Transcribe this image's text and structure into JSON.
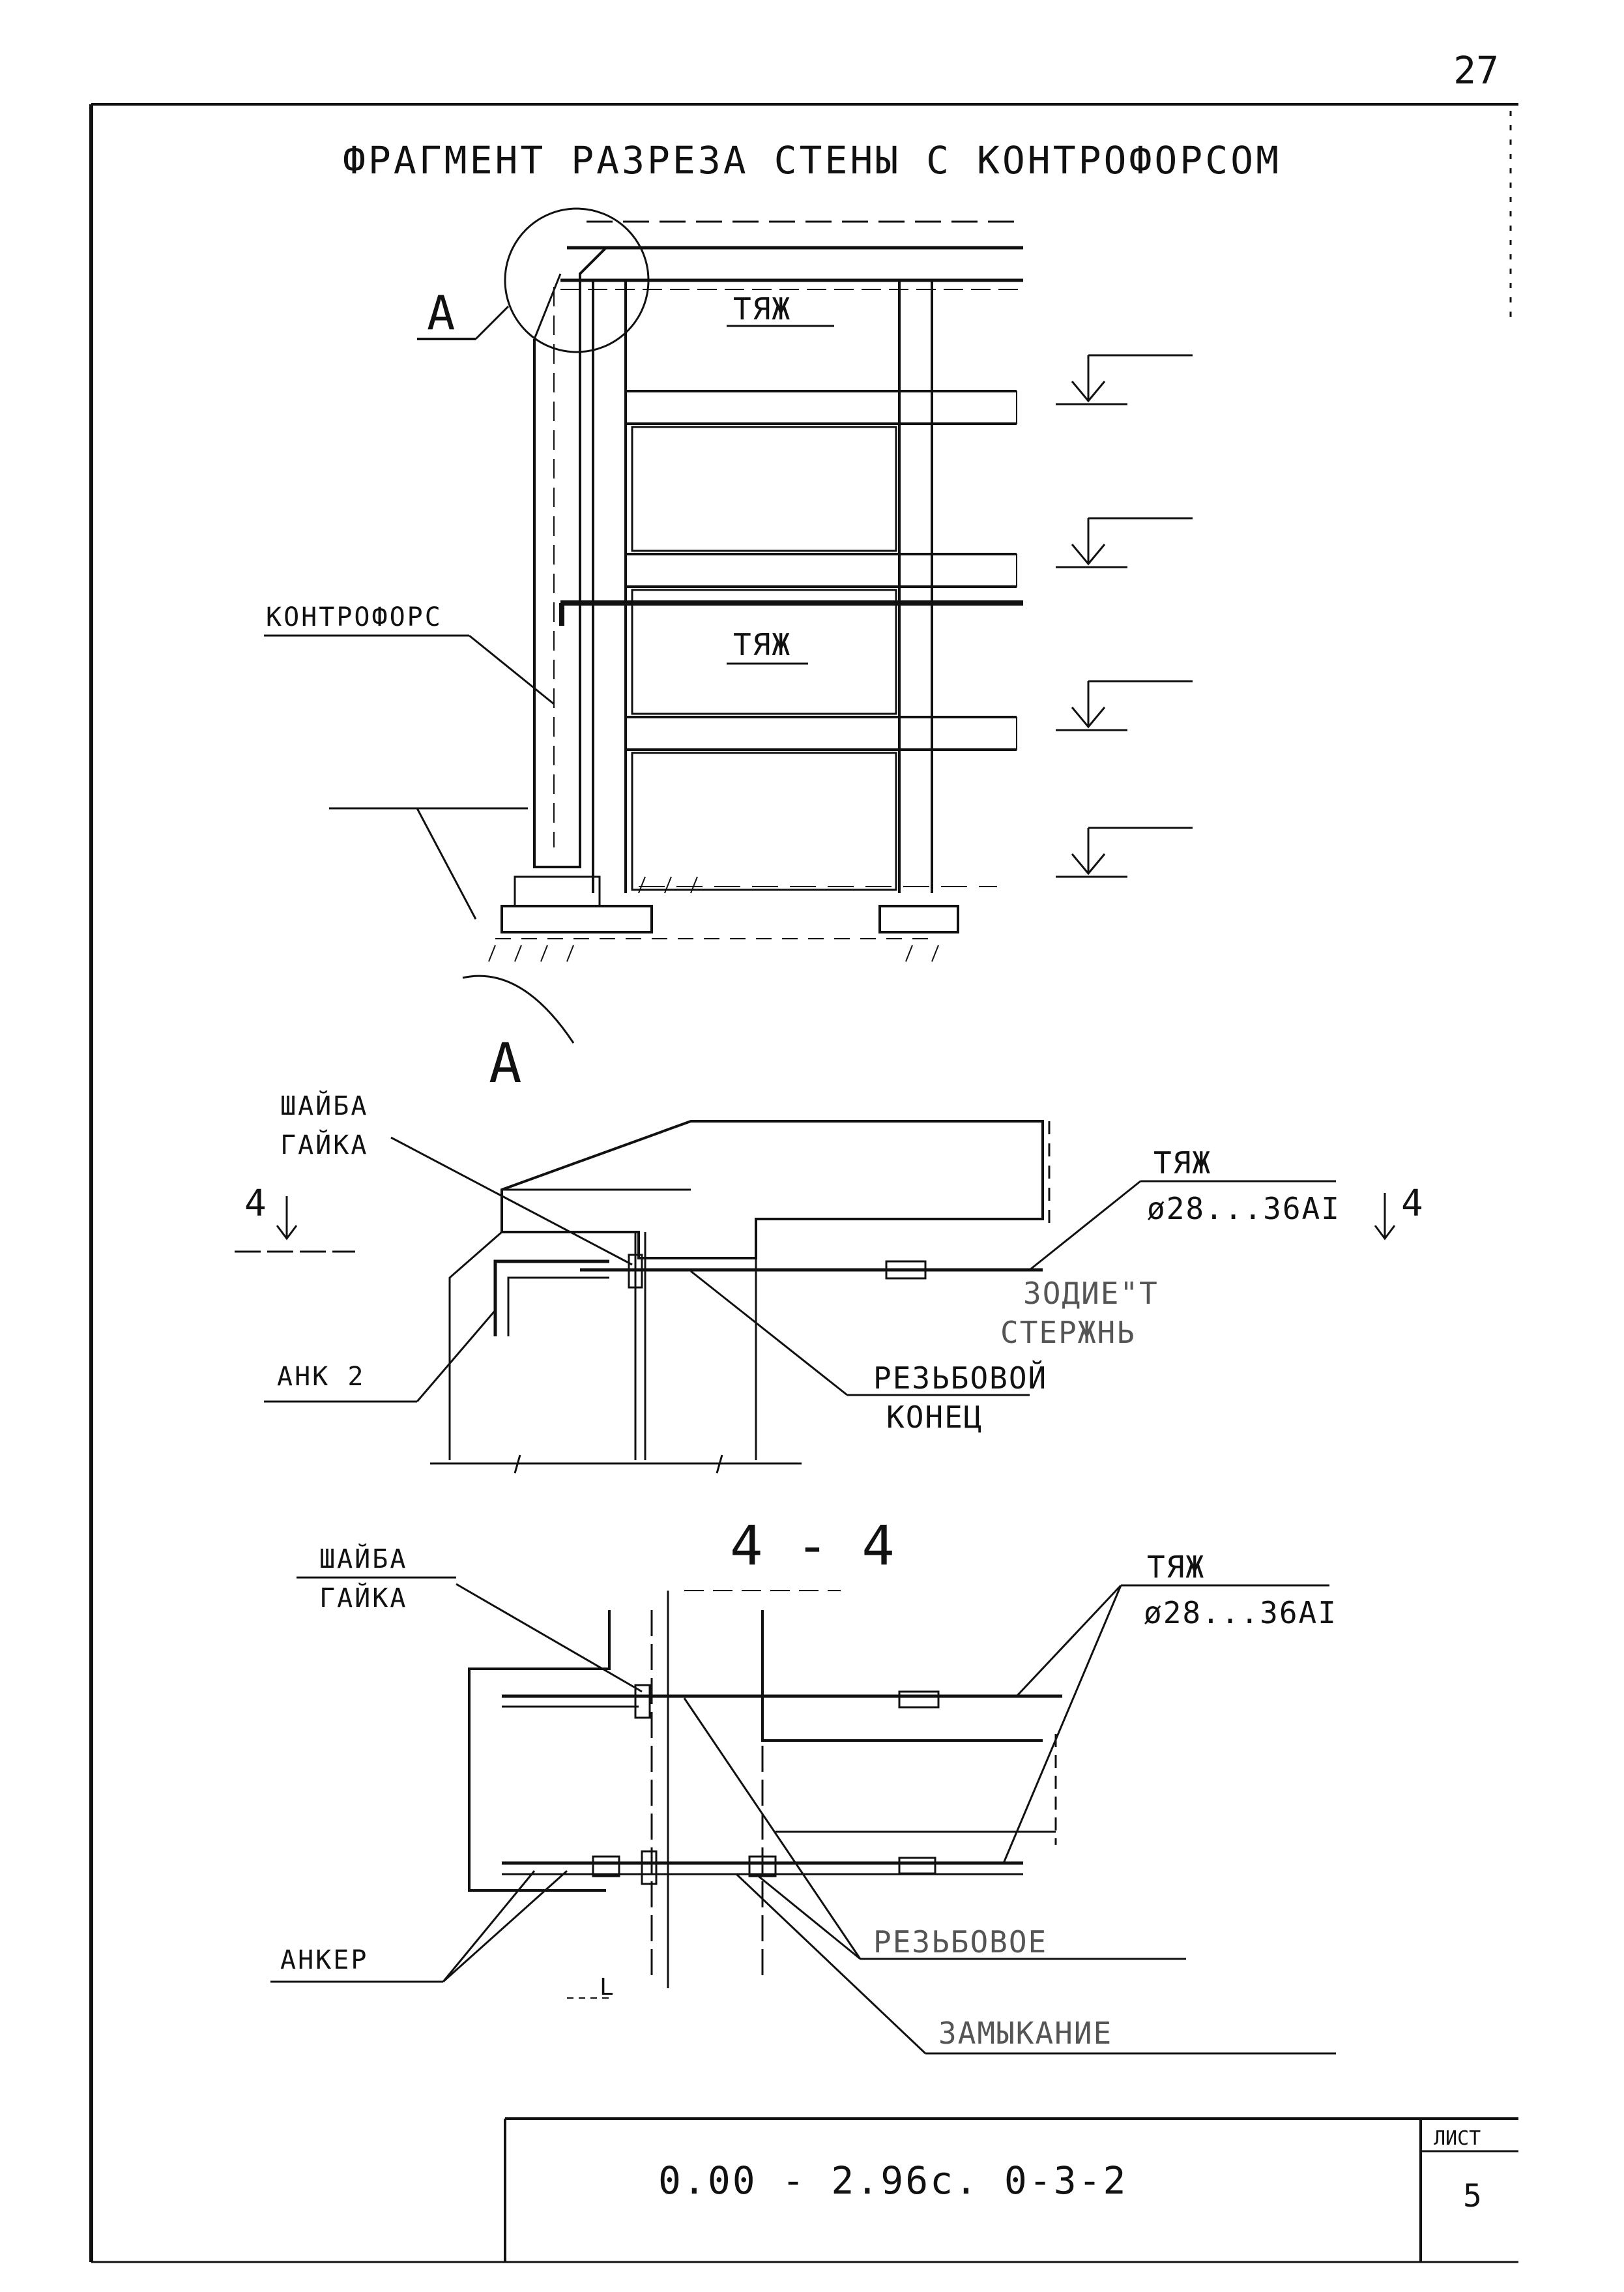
{
  "page_number": "27",
  "title": "ФРАГМЕНТ РАЗРЕЗА СТЕНЫ С КОНТРОФОРСОМ",
  "section_view": {
    "callout_a": "А",
    "tie_label_top": "ТЯЖ",
    "tie_label_mid": "ТЯЖ",
    "buttress_label": "КОНТРОФОРС"
  },
  "detail_a": {
    "title": "А",
    "washer_nut_1": "ШАЙБА",
    "washer_nut_2": "ГАЙКА",
    "section_mark_left": "4",
    "section_mark_right": "4",
    "tie_label": "ТЯЖ",
    "tie_diameter": "ø28...36AI",
    "weld_rod_1": "ЗОДИЕ\"Т",
    "weld_rod_2": "СТЕРЖНЬ",
    "anchor_label": "АНК 2",
    "threaded_end_1": "РЕЗЬБОВОЙ",
    "threaded_end_2": "КОНЕЦ"
  },
  "section_4_4": {
    "title": "4 - 4",
    "washer_nut_1": "ШАЙБА",
    "washer_nut_2": "ГАЙКА",
    "tie_label": "ТЯЖ",
    "tie_diameter": "ø28...36AI",
    "anchor_label": "АНКЕР",
    "threaded_label": "РЕЗЬБОВОЕ",
    "closure_label": "ЗАМЫКАНИЕ",
    "small_mark": "L"
  },
  "title_block": {
    "doc_code": "0.00 - 2.96с. 0-3-2",
    "sheet_label": "ЛИСТ",
    "sheet_number": "5"
  }
}
